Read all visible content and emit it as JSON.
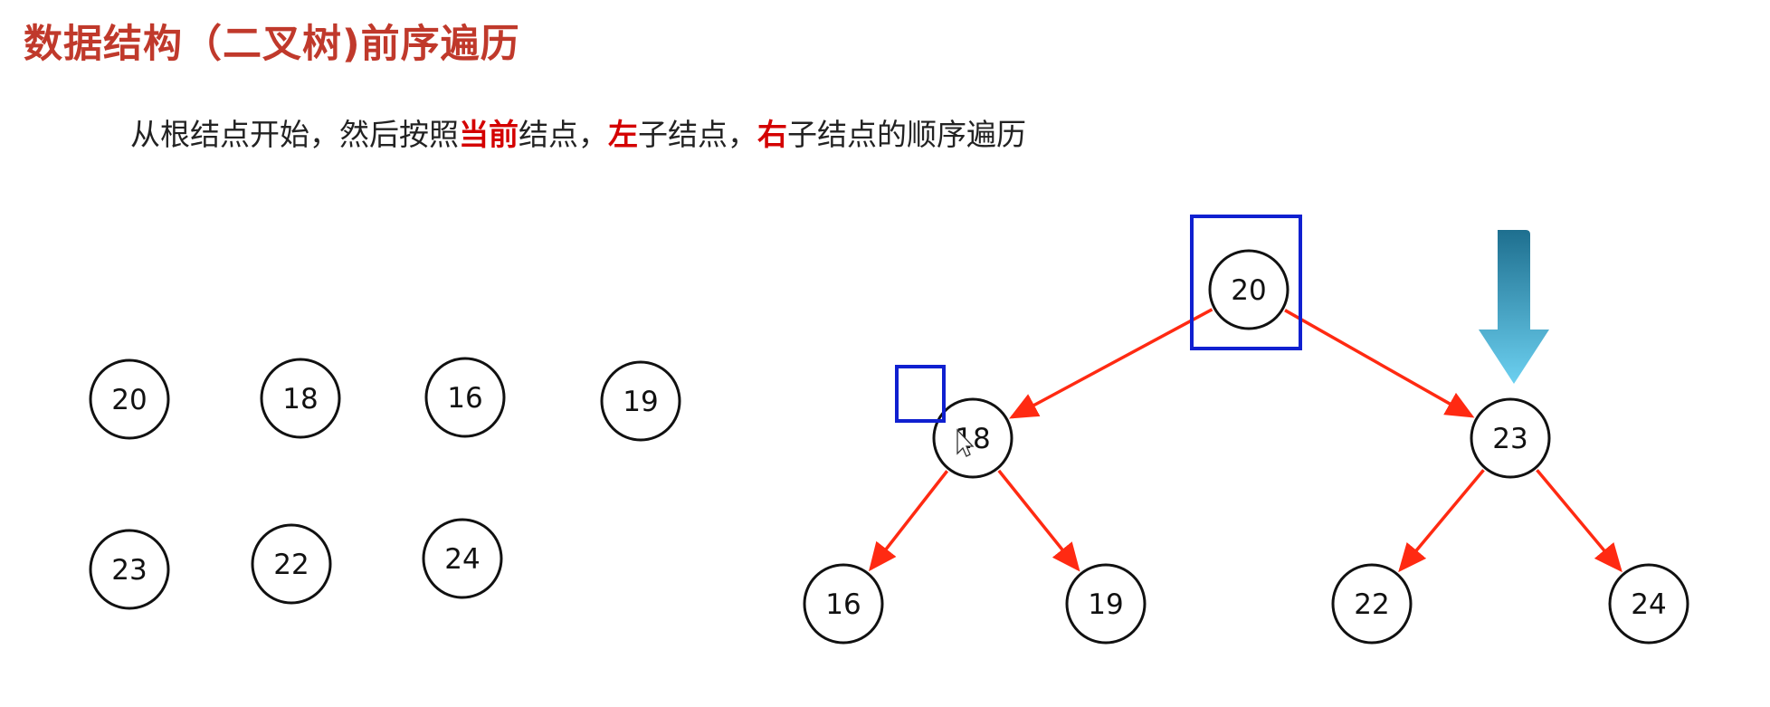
{
  "header": {
    "title": "数据结构（二叉树)前序遍历"
  },
  "description": {
    "part1": "从根结点开始，然后按照",
    "current": "当前",
    "part2": "结点，",
    "left": "左",
    "part3": "子结点，",
    "right": "右",
    "part4": "子结点的顺序遍历"
  },
  "colors": {
    "title": "#c0392b",
    "highlight": "#d40000",
    "edge": "#ff2a12",
    "focus_box": "#1020d0",
    "arrow_top": "#1e6f8f",
    "arrow_bottom": "#6cd0f0"
  },
  "loose_nodes": [
    "20",
    "18",
    "16",
    "19",
    "23",
    "22",
    "24"
  ],
  "tree": {
    "nodes": [
      {
        "id": "n20",
        "label": "20"
      },
      {
        "id": "n18",
        "label": "18"
      },
      {
        "id": "n23",
        "label": "23"
      },
      {
        "id": "n16",
        "label": "16"
      },
      {
        "id": "n19",
        "label": "19"
      },
      {
        "id": "n22",
        "label": "22"
      },
      {
        "id": "n24",
        "label": "24"
      }
    ],
    "edges": [
      {
        "from": "n20",
        "to": "n18"
      },
      {
        "from": "n20",
        "to": "n23"
      },
      {
        "from": "n18",
        "to": "n16"
      },
      {
        "from": "n18",
        "to": "n19"
      },
      {
        "from": "n23",
        "to": "n22"
      },
      {
        "from": "n23",
        "to": "n24"
      }
    ],
    "highlighted": "n20"
  },
  "icons": [
    "down-arrow-icon",
    "mouse-cursor-icon",
    "focus-box"
  ]
}
